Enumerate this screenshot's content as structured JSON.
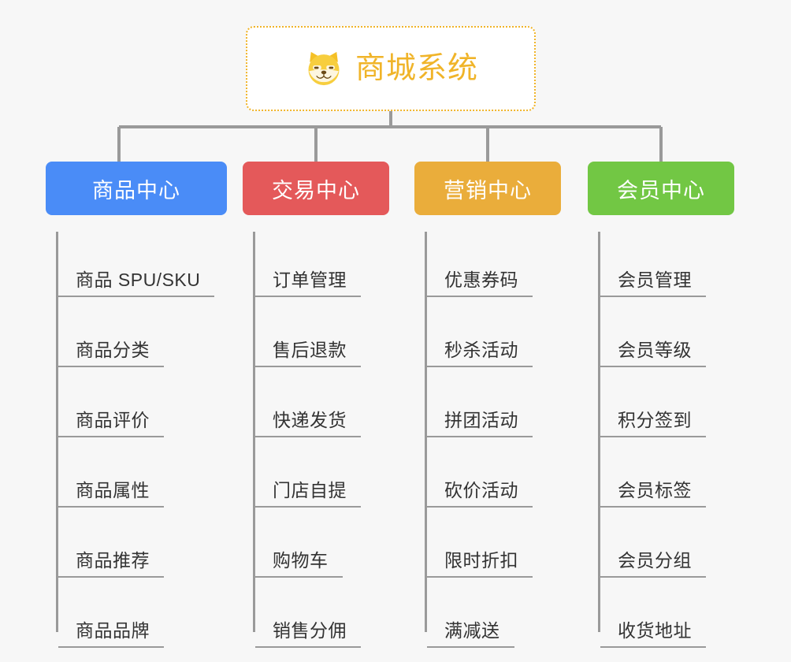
{
  "page": {
    "background_color": "#f7f7f7",
    "line_color": "#9a9a9a",
    "text_color": "#333333"
  },
  "root": {
    "title": "商城系统",
    "icon": "shiba-dog-face-icon",
    "accent_color": "#f0b429",
    "border_style": "dotted",
    "background_color": "#ffffff"
  },
  "branches": [
    {
      "id": "product-center",
      "label": "商品中心",
      "color": "#4a8cf7",
      "items": [
        {
          "label": "商品 SPU/SKU"
        },
        {
          "label": "商品分类"
        },
        {
          "label": "商品评价"
        },
        {
          "label": "商品属性"
        },
        {
          "label": "商品推荐"
        },
        {
          "label": "商品品牌"
        }
      ]
    },
    {
      "id": "trade-center",
      "label": "交易中心",
      "color": "#e4595a",
      "items": [
        {
          "label": "订单管理"
        },
        {
          "label": "售后退款"
        },
        {
          "label": "快递发货"
        },
        {
          "label": "门店自提"
        },
        {
          "label": "购物车"
        },
        {
          "label": "销售分佣"
        }
      ]
    },
    {
      "id": "marketing-center",
      "label": "营销中心",
      "color": "#eaad3b",
      "items": [
        {
          "label": "优惠券码"
        },
        {
          "label": "秒杀活动"
        },
        {
          "label": "拼团活动"
        },
        {
          "label": "砍价活动"
        },
        {
          "label": "限时折扣"
        },
        {
          "label": "满减送"
        }
      ]
    },
    {
      "id": "member-center",
      "label": "会员中心",
      "color": "#72c744",
      "items": [
        {
          "label": "会员管理"
        },
        {
          "label": "会员等级"
        },
        {
          "label": "积分签到"
        },
        {
          "label": "会员标签"
        },
        {
          "label": "会员分组"
        },
        {
          "label": "收货地址"
        }
      ]
    }
  ]
}
